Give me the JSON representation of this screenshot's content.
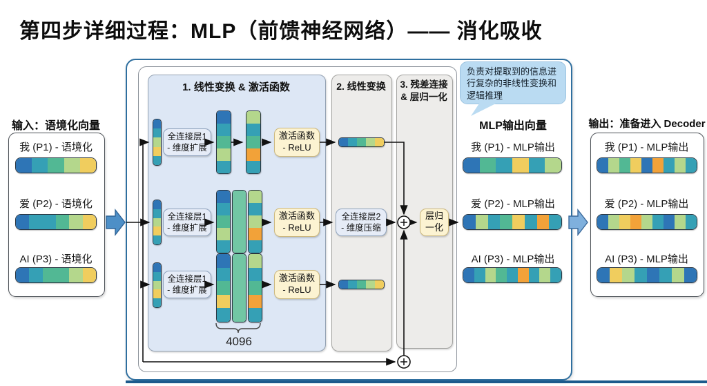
{
  "title": "第四步详细过程：MLP（前馈神经网络）—— 消化吸收",
  "palette": {
    "blue": "#2e75b6",
    "teal": "#35a0b5",
    "green": "#52b894",
    "mint": "#72c6a4",
    "lightgreen": "#b4d78c",
    "yellow": "#f0cd5e",
    "orange": "#f2a239"
  },
  "input_panel": {
    "heading": "输入：语境化向量",
    "rows": [
      {
        "label": "我 (P1) - 语境化"
      },
      {
        "label": "爱 (P2) - 语境化"
      },
      {
        "label": "AI (P3) - 语境化"
      }
    ]
  },
  "mlp": {
    "sec1_header": "1. 线性变换 & 激活函数",
    "sec2_header": "2. 线性变换",
    "sec3_header_l1": "3. 残差连接",
    "sec3_header_l2": "& 层归一化",
    "fc1_l1": "全连接层1",
    "fc1_l2": "- 维度扩展",
    "relu_l1": "激活函数",
    "relu_l2": "- ReLU",
    "fc2_l1": "全连接层2",
    "fc2_l2": "- 维度压缩",
    "ln_l1": "层归",
    "ln_l2": "一化",
    "hidden_dim": "4096",
    "note": "负责对提取到的信息进行复杂的非线性变换和逻辑推理",
    "output_heading": "MLP输出向量",
    "output_rows": [
      {
        "label": "我 (P1) - MLP输出"
      },
      {
        "label": "爱 (P2) - MLP输出"
      },
      {
        "label": "AI (P3) - MLP输出"
      }
    ]
  },
  "decoder_panel": {
    "heading": "输出：准备进入 Decoder",
    "rows": [
      {
        "label": "我 (P1) - MLP输出"
      },
      {
        "label": "爱 (P2) - MLP输出"
      },
      {
        "label": "AI (P3) - MLP输出"
      }
    ]
  },
  "bars": {
    "input_p1": [
      "blue",
      "teal",
      "green",
      "lightgreen",
      "yellow"
    ],
    "input_p2": [
      "blue",
      "teal",
      "teal",
      "green",
      "lightgreen",
      "yellow"
    ],
    "input_p3": [
      "blue",
      "teal",
      "green",
      "green",
      "lightgreen",
      "yellow"
    ],
    "ctx_small": [
      "blue",
      "teal",
      "lightgreen",
      "yellow",
      "teal"
    ],
    "r1_tall_a": [
      "blue",
      "teal",
      "green",
      "lightgreen",
      "teal"
    ],
    "r1_tall_b": [
      "lightgreen",
      "teal",
      "green",
      "orange",
      "teal"
    ],
    "r2_tall_a": [
      "blue",
      "teal",
      "green",
      "lightgreen",
      "teal"
    ],
    "r2_tall_b": [
      "mint"
    ],
    "r2_tall_c": [
      "lightgreen",
      "teal",
      "lightgreen",
      "orange",
      "teal"
    ],
    "r3_tall_a": [
      "blue",
      "teal",
      "green",
      "yellow",
      "teal"
    ],
    "r3_tall_b": [
      "mint"
    ],
    "r3_tall_c": [
      "lightgreen",
      "teal",
      "green",
      "orange",
      "teal"
    ],
    "compressed_r1": [
      "blue",
      "teal",
      "green",
      "lightgreen",
      "yellow"
    ],
    "compressed_r3": [
      "blue",
      "teal",
      "green",
      "lightgreen",
      "yellow"
    ],
    "mlp_out_p1": [
      "blue",
      "green",
      "teal",
      "yellow",
      "teal",
      "lightgreen"
    ],
    "mlp_out_p2": [
      "blue",
      "lightgreen",
      "teal",
      "green",
      "yellow",
      "teal",
      "orange",
      "teal"
    ],
    "mlp_out_p3": [
      "blue",
      "teal",
      "lightgreen",
      "green",
      "teal",
      "orange",
      "teal",
      "lightgreen",
      "teal"
    ],
    "dec_p1": [
      "blue",
      "lightgreen",
      "green",
      "yellow",
      "blue",
      "orange",
      "teal",
      "lightgreen",
      "teal"
    ],
    "dec_p2": [
      "blue",
      "lightgreen",
      "yellow",
      "orange",
      "lightgreen",
      "teal",
      "blue",
      "lightgreen",
      "teal"
    ],
    "dec_p3": [
      "blue",
      "yellow",
      "lightgreen",
      "teal",
      "blue",
      "teal",
      "lightgreen",
      "blue"
    ]
  }
}
